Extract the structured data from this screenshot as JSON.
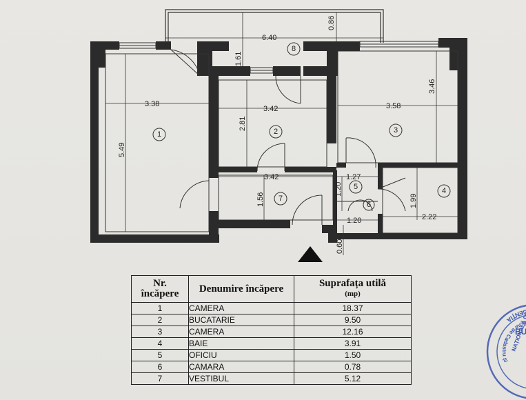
{
  "plan": {
    "dimensions": {
      "d_640": "6.40",
      "d_086": "0.86",
      "d_161": "1.61",
      "d_338": "3.38",
      "d_342a": "3.42",
      "d_358": "3.58",
      "d_346": "3.46",
      "d_549": "5.49",
      "d_281": "2.81",
      "d_342b": "3.42",
      "d_156": "1.56",
      "d_127": "1.27",
      "d_120a": "1.20",
      "d_120b": "1.20",
      "d_199": "1.99",
      "d_222": "2.22",
      "d_060": "0.60"
    },
    "room_markers": [
      "1",
      "2",
      "3",
      "4",
      "5",
      "6",
      "7",
      "8"
    ]
  },
  "table": {
    "header_nr": "Nr.",
    "header_nr2": "încăpere",
    "header_name": "Denumire încăpere",
    "header_area": "Suprafața utilă",
    "header_unit": "(mp)",
    "rows": [
      {
        "nr": "1",
        "name": "CAMERA",
        "area": "18.37"
      },
      {
        "nr": "2",
        "name": "BUCATARIE",
        "area": "9.50"
      },
      {
        "nr": "3",
        "name": "CAMERA",
        "area": "12.16"
      },
      {
        "nr": "4",
        "name": "BAIE",
        "area": "3.91"
      },
      {
        "nr": "5",
        "name": "OFICIU",
        "area": "1.50"
      },
      {
        "nr": "6",
        "name": "CAMARA",
        "area": "0.78"
      },
      {
        "nr": "7",
        "name": "VESTIBUL",
        "area": "5.12"
      }
    ]
  },
  "stamp": {
    "line1": "AGENȚIA",
    "line2": "NAȚIONALĂ DE CADAST",
    "line3": "Oficiul de Cadastru și",
    "line4": "BU"
  },
  "colors": {
    "wall": "#2b2b2b",
    "stamp": "#3b55b0",
    "paper": "#e6e5e1"
  }
}
